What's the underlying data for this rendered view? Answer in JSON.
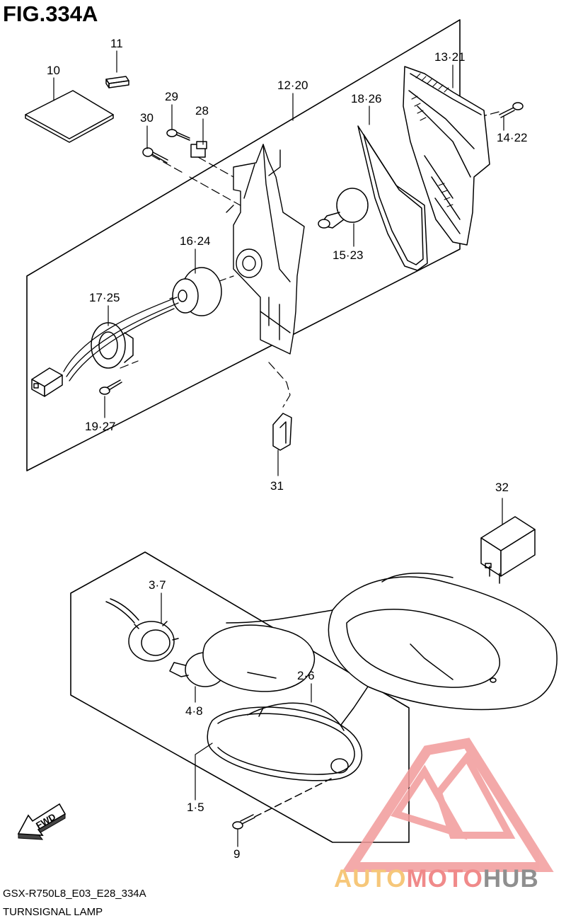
{
  "figure": {
    "title": "FIG.334A",
    "model_code": "GSX-R750L8_E03_E28_334A",
    "caption": "TURNSIGNAL LAMP"
  },
  "callouts": {
    "c10": "10",
    "c11": "11",
    "c29": "29",
    "c28": "28",
    "c30": "30",
    "c12_20": "12·20",
    "c18_26": "18·26",
    "c13_21": "13·21",
    "c14_22": "14·22",
    "c16_24": "16·24",
    "c15_23": "15·23",
    "c17_25": "17·25",
    "c19_27": "19·27",
    "c31": "31",
    "c32": "32",
    "c3_7": "3·7",
    "c2_6": "2·6",
    "c4_8": "4·8",
    "c1_5": "1·5",
    "c9": "9"
  },
  "fwd_arrow_label": "FWD",
  "watermark": {
    "part1": "AUTO",
    "part2": "MOTO",
    "part3": "HUB",
    "colors": {
      "auto": "#f6c77a",
      "moto": "#f08a8a",
      "hub": "#8f8f8f",
      "logo": "#f29b9b"
    }
  }
}
